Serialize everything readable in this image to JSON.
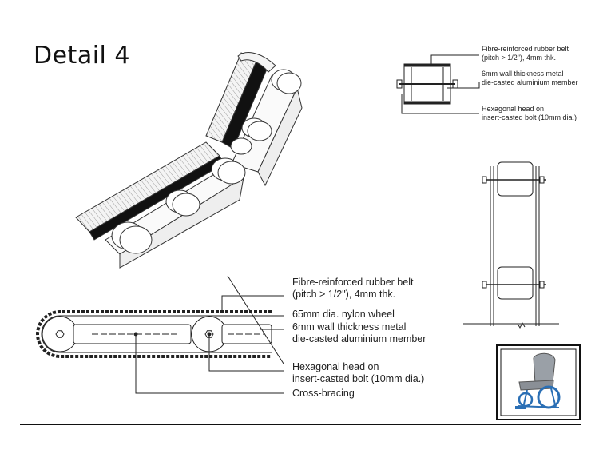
{
  "title": "Detail 4",
  "top_right_labels": {
    "belt_line1": "Fibre-reinforced rubber belt",
    "belt_line2": "(pitch > 1/2\"), 4mm thk.",
    "member_line1": "6mm wall thickness metal",
    "member_line2": "die-casted aluminium member",
    "bolt_line1": "Hexagonal head on",
    "bolt_line2": "insert-casted bolt (10mm dia.)"
  },
  "bottom_labels": {
    "belt_line1": "Fibre-reinforced rubber belt",
    "belt_line2": "(pitch > 1/2\"), 4mm thk.",
    "wheel": "65mm dia. nylon wheel",
    "member_line1": "6mm wall thickness metal",
    "member_line2": "die-casted aluminium member",
    "bolt_line1": "Hexagonal head on",
    "bolt_line2": "insert-casted bolt (10mm dia.)",
    "bracing": "Cross-bracing"
  },
  "colors": {
    "line": "#222222",
    "wheelchair_seat": "#8a8f96",
    "wheelchair_frame": "#2a6fb5"
  }
}
